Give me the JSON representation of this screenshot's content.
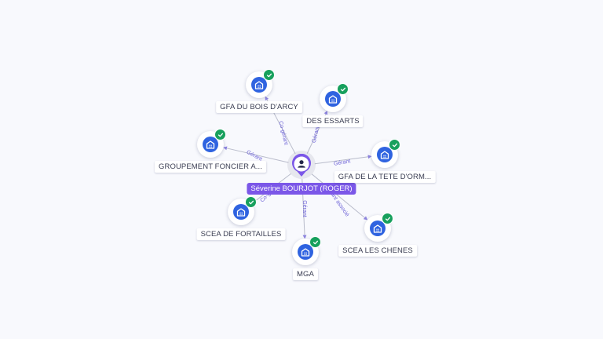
{
  "center": {
    "name": "Séverine BOURJOT (ROGER)",
    "icon": "person-icon",
    "color": "#7b57e8"
  },
  "companies": [
    {
      "id": "gfa-bois-arcy",
      "label": "GFA DU BOIS D'ARCY",
      "role": "Co-gérant",
      "icon": "building-icon",
      "verified": true
    },
    {
      "id": "des-essarts",
      "label": "DES ESSARTS",
      "role": "Gérant",
      "icon": "building-icon",
      "verified": true
    },
    {
      "id": "gfa-tete-orm",
      "label": "GFA DE LA TETE D'ORM...",
      "role": "Gérant",
      "icon": "building-icon",
      "verified": true
    },
    {
      "id": "scea-chenes",
      "label": "SCEA LES CHENES",
      "role": "Gérant associé",
      "icon": "building-icon",
      "verified": true
    },
    {
      "id": "mga",
      "label": "MGA",
      "role": "Gérant",
      "icon": "building-icon",
      "verified": true
    },
    {
      "id": "scea-fortailles",
      "label": "SCEA DE FORTAILLES",
      "role": "Co-gérant",
      "icon": "building-icon",
      "verified": true
    },
    {
      "id": "groupement-foncier",
      "label": "GROUPEMENT FONCIER A...",
      "role": "Gérant",
      "icon": "building-icon",
      "verified": true
    }
  ],
  "colors": {
    "company": "#2f63e0",
    "verified": "#17a05d",
    "edge_label": "#6a5fd6",
    "background": "#f8f9fd"
  }
}
